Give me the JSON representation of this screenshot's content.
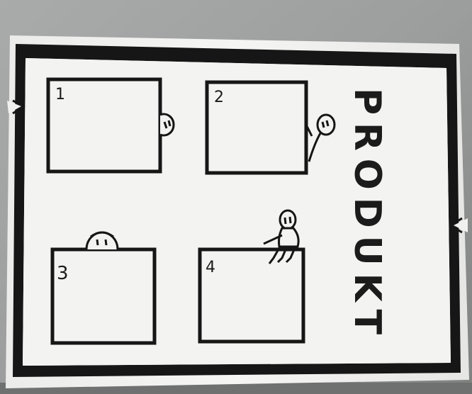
{
  "photo": {
    "wall_color": "#9a9c9c",
    "paper_color": "#f1f1ef",
    "ink_color": "#161616"
  },
  "poster": {
    "vertical_word": "PRODUKT",
    "panels": [
      {
        "number": "1",
        "figure": "peeking-from-right-edge"
      },
      {
        "number": "2",
        "figure": "leaning-around-right-edge"
      },
      {
        "number": "3",
        "figure": "peeking-over-top"
      },
      {
        "number": "4",
        "figure": "sitting-on-top"
      }
    ]
  }
}
